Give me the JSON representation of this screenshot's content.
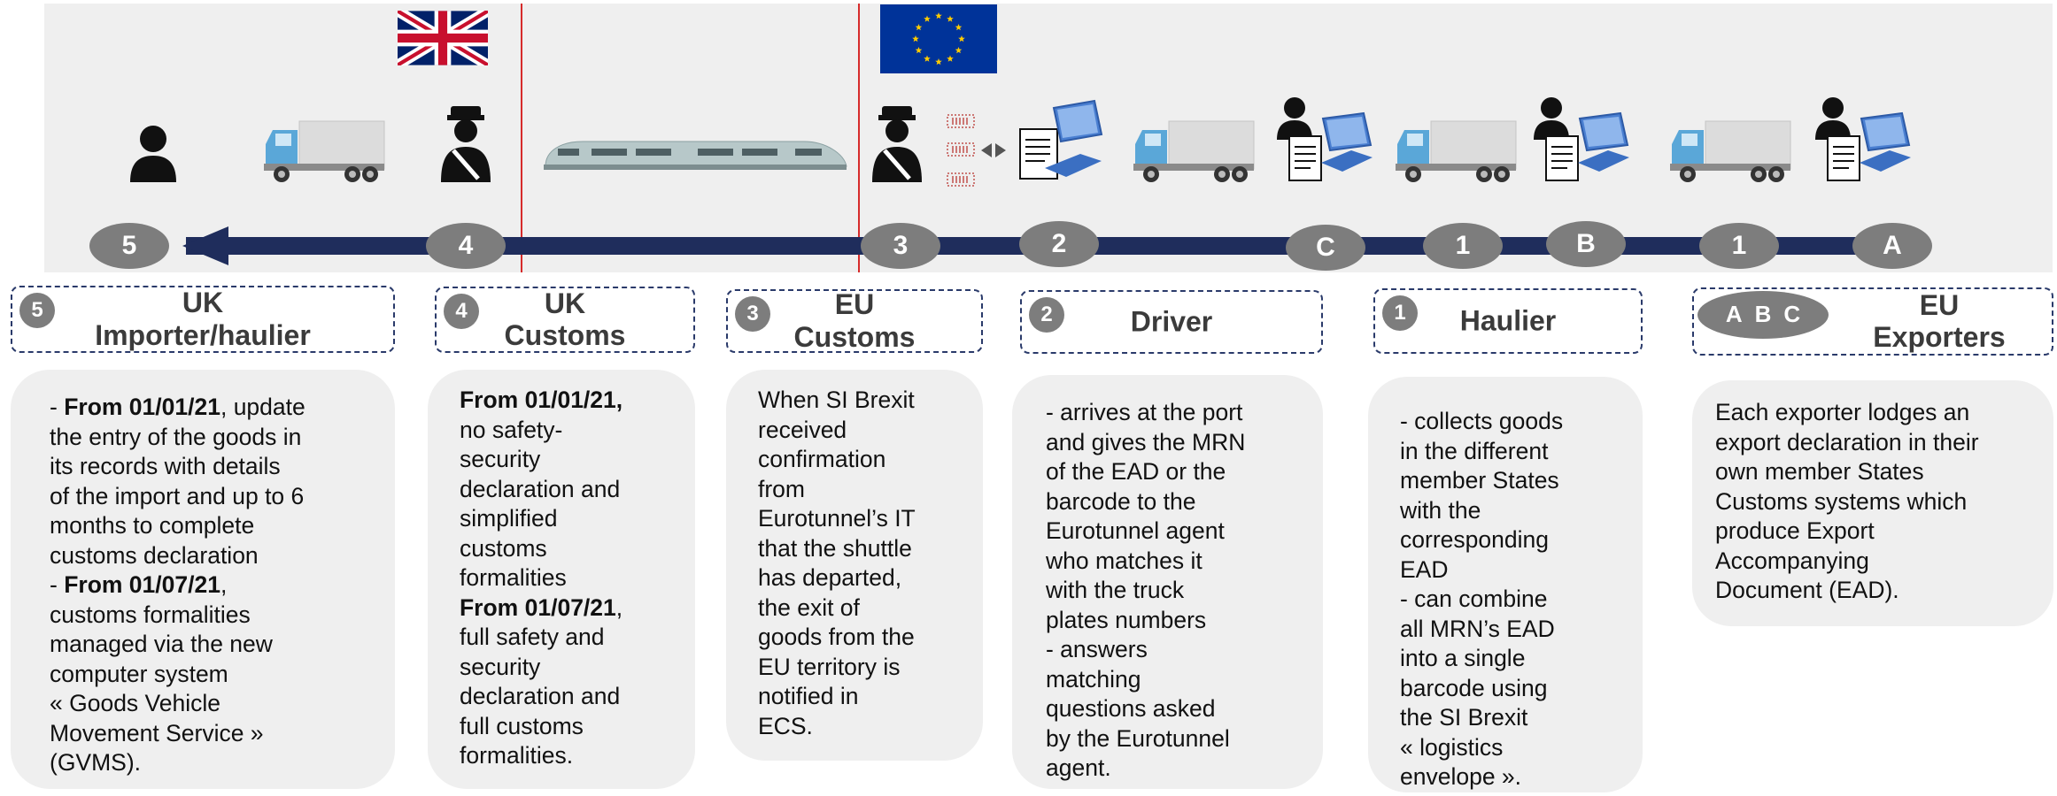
{
  "flags": [
    {
      "name": "United Kingdom"
    },
    {
      "name": "European Union"
    }
  ],
  "timeline": {
    "nodes": [
      {
        "id": "n5",
        "label": "5"
      },
      {
        "id": "n4",
        "label": "4"
      },
      {
        "id": "n3",
        "label": "3"
      },
      {
        "id": "n2",
        "label": "2"
      },
      {
        "id": "nc",
        "label": "C"
      },
      {
        "id": "n1a",
        "label": "1"
      },
      {
        "id": "nb",
        "label": "B"
      },
      {
        "id": "n1b",
        "label": "1"
      },
      {
        "id": "na",
        "label": "A"
      }
    ],
    "line_color": "#1f2d5c",
    "border_color": "#d62b2b"
  },
  "icons": [
    "person-icon",
    "truck-icon",
    "customs-officer-icon",
    "train-icon",
    "barcode-icon",
    "laptop-icon",
    "exporter-icon"
  ],
  "actors": [
    {
      "badge": "5",
      "title_line1": "UK",
      "title_line2": "Importer/haulier",
      "lines": [
        [
          {
            "t": "- ",
            "b": false
          },
          {
            "t": "From 01/01/21",
            "b": true
          },
          {
            "t": ", update",
            "b": false
          }
        ],
        [
          {
            "t": "the entry of the goods in",
            "b": false
          }
        ],
        [
          {
            "t": "its records with details",
            "b": false
          }
        ],
        [
          {
            "t": "of the import and up to 6",
            "b": false
          }
        ],
        [
          {
            "t": "months to complete",
            "b": false
          }
        ],
        [
          {
            "t": "customs declaration",
            "b": false
          }
        ],
        [
          {
            "t": "- ",
            "b": false
          },
          {
            "t": "From 01/07/21",
            "b": true
          },
          {
            "t": ",",
            "b": false
          }
        ],
        [
          {
            "t": "customs formalities",
            "b": false
          }
        ],
        [
          {
            "t": "managed via the new",
            "b": false
          }
        ],
        [
          {
            "t": "computer system",
            "b": false
          }
        ],
        [
          {
            "t": "« Goods Vehicle",
            "b": false
          }
        ],
        [
          {
            "t": "Movement Service »",
            "b": false
          }
        ],
        [
          {
            "t": "(GVMS).",
            "b": false
          }
        ]
      ]
    },
    {
      "badge": "4",
      "title_line1": "UK",
      "title_line2": "Customs",
      "lines": [
        [
          {
            "t": "From 01/01/21",
            "b": true
          },
          {
            "t": ",",
            "b": true
          }
        ],
        [
          {
            "t": "no safety-",
            "b": false
          }
        ],
        [
          {
            "t": "security",
            "b": false
          }
        ],
        [
          {
            "t": "declaration and",
            "b": false
          }
        ],
        [
          {
            "t": "simplified",
            "b": false
          }
        ],
        [
          {
            "t": "customs",
            "b": false
          }
        ],
        [
          {
            "t": "formalities",
            "b": false
          }
        ],
        [
          {
            "t": "From 01/07/21",
            "b": true
          },
          {
            "t": ",",
            "b": false
          }
        ],
        [
          {
            "t": "full safety and",
            "b": false
          }
        ],
        [
          {
            "t": "security",
            "b": false
          }
        ],
        [
          {
            "t": "declaration and",
            "b": false
          }
        ],
        [
          {
            "t": "full customs",
            "b": false
          }
        ],
        [
          {
            "t": "formalities.",
            "b": false
          }
        ]
      ]
    },
    {
      "badge": "3",
      "title_line1": "EU",
      "title_line2": "Customs",
      "lines": [
        [
          {
            "t": "When SI Brexit",
            "b": false
          }
        ],
        [
          {
            "t": "received",
            "b": false
          }
        ],
        [
          {
            "t": "confirmation",
            "b": false
          }
        ],
        [
          {
            "t": "from",
            "b": false
          }
        ],
        [
          {
            "t": "Eurotunnel’s IT",
            "b": false
          }
        ],
        [
          {
            "t": "that the shuttle",
            "b": false
          }
        ],
        [
          {
            "t": "has departed,",
            "b": false
          }
        ],
        [
          {
            "t": "the exit of",
            "b": false
          }
        ],
        [
          {
            "t": "goods from the",
            "b": false
          }
        ],
        [
          {
            "t": "EU territory is",
            "b": false
          }
        ],
        [
          {
            "t": "notified in",
            "b": false
          }
        ],
        [
          {
            "t": "ECS.",
            "b": false
          }
        ]
      ]
    },
    {
      "badge": "2",
      "title_line1": "Driver",
      "title_line2": "",
      "lines": [
        [
          {
            "t": "- arrives at the port",
            "b": false
          }
        ],
        [
          {
            "t": "and gives the MRN",
            "b": false
          }
        ],
        [
          {
            "t": "of the EAD or the",
            "b": false
          }
        ],
        [
          {
            "t": "barcode to the",
            "b": false
          }
        ],
        [
          {
            "t": "Eurotunnel agent",
            "b": false
          }
        ],
        [
          {
            "t": "who matches it",
            "b": false
          }
        ],
        [
          {
            "t": "with the truck",
            "b": false
          }
        ],
        [
          {
            "t": "plates numbers",
            "b": false
          }
        ],
        [
          {
            "t": "- answers",
            "b": false
          }
        ],
        [
          {
            "t": "matching",
            "b": false
          }
        ],
        [
          {
            "t": "questions asked",
            "b": false
          }
        ],
        [
          {
            "t": "by the Eurotunnel",
            "b": false
          }
        ],
        [
          {
            "t": "agent.",
            "b": false
          }
        ]
      ]
    },
    {
      "badge": "1",
      "title_line1": "Haulier",
      "title_line2": "",
      "lines": [
        [
          {
            "t": "- collects goods",
            "b": false
          }
        ],
        [
          {
            "t": "in the different",
            "b": false
          }
        ],
        [
          {
            "t": "member States",
            "b": false
          }
        ],
        [
          {
            "t": "with the",
            "b": false
          }
        ],
        [
          {
            "t": "corresponding",
            "b": false
          }
        ],
        [
          {
            "t": "EAD",
            "b": false
          }
        ],
        [
          {
            "t": "- can combine",
            "b": false
          }
        ],
        [
          {
            "t": "all MRN’s EAD",
            "b": false
          }
        ],
        [
          {
            "t": "into a single",
            "b": false
          }
        ],
        [
          {
            "t": "barcode using",
            "b": false
          }
        ],
        [
          {
            "t": "the SI Brexit",
            "b": false
          }
        ],
        [
          {
            "t": "« logistics",
            "b": false
          }
        ],
        [
          {
            "t": "envelope ».",
            "b": false
          }
        ]
      ]
    },
    {
      "badge": "A B C",
      "badge_letters": [
        "A",
        "B",
        "C"
      ],
      "title_line1": "EU",
      "title_line2": "Exporters",
      "lines": [
        [
          {
            "t": "Each exporter lodges an",
            "b": false
          }
        ],
        [
          {
            "t": "export declaration in their",
            "b": false
          }
        ],
        [
          {
            "t": "own member States",
            "b": false
          }
        ],
        [
          {
            "t": "Customs systems which",
            "b": false
          }
        ],
        [
          {
            "t": "produce Export",
            "b": false
          }
        ],
        [
          {
            "t": "Accompanying",
            "b": false
          }
        ],
        [
          {
            "t": "Document (EAD).",
            "b": false
          }
        ]
      ]
    }
  ]
}
